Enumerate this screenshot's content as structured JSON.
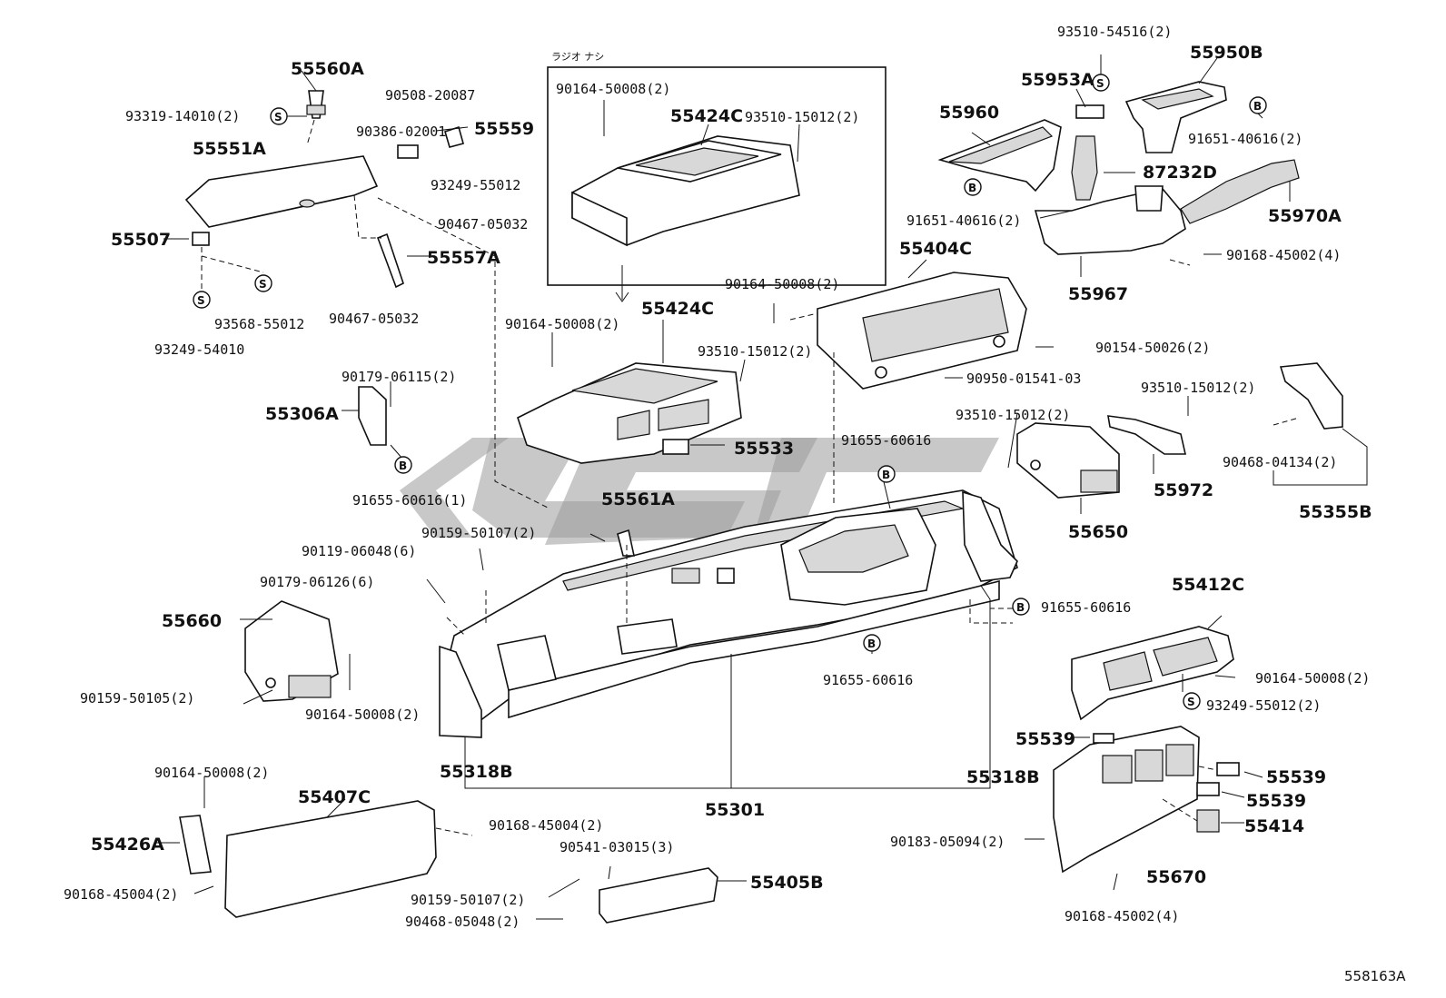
{
  "diagram_code": "558163A",
  "inset_caption": "ラジオ ナシ",
  "symbol_s": "S",
  "symbol_b": "B",
  "labels": {
    "p55560A": "55560A",
    "p93319": "93319-14010(2)",
    "p90508": "90508-20087",
    "p90386": "90386-02001",
    "p55559": "55559",
    "p55551A": "55551A",
    "p93249_55012_top": "93249-55012",
    "p90467_a": "90467-05032",
    "p55507": "55507",
    "p55557A": "55557A",
    "p93568": "93568-55012",
    "p90467_b": "90467-05032",
    "p93249_54010": "93249-54010",
    "p90164_inset": "90164-50008(2)",
    "p55424C_inset": "55424C",
    "p93510_inset": "93510-15012(2)",
    "p93510_54516": "93510-54516(2)",
    "p55950B": "55950B",
    "p55953A": "55953A",
    "p55960": "55960",
    "p91651_right": "91651-40616(2)",
    "p87232D": "87232D",
    "p91651_left": "91651-40616(2)",
    "p55970A": "55970A",
    "p90168_45002_top": "90168-45002(4)",
    "p55967": "55967",
    "p55404C": "55404C",
    "p90164_mid": "90164-50008(2)",
    "p90164_left": "90164-50008(2)",
    "p55424C": "55424C",
    "p93510_mid": "93510-15012(2)",
    "p90154": "90154-50026(2)",
    "p90950": "90950-01541-03",
    "p90179_115": "90179-06115(2)",
    "p55306A": "55306A",
    "p91655_1": "91655-60616(1)",
    "p55533": "55533",
    "p93510_right": "93510-15012(2)",
    "p93510_far": "93510-15012(2)",
    "p91655_60616_top": "91655-60616",
    "p90468_04134": "90468-04134(2)",
    "p55972": "55972",
    "p55355B": "55355B",
    "p55650": "55650",
    "p55561A": "55561A",
    "p90159_50107_top": "90159-50107(2)",
    "p90119": "90119-06048(6)",
    "p90179_126": "90179-06126(6)",
    "p55660": "55660",
    "p91655_60616_right": "91655-60616",
    "p55412C": "55412C",
    "p91655_60616_low": "91655-60616",
    "p90164_right": "90164-50008(2)",
    "p93249_55012_right": "93249-55012(2)",
    "p90159_50105": "90159-50105(2)",
    "p90164_lowleft": "90164-50008(2)",
    "p55539_a": "55539",
    "p55318B_left": "55318B",
    "p55318B_right": "55318B",
    "p55539_b": "55539",
    "p55539_c": "55539",
    "p55301": "55301",
    "p90164_bottom": "90164-50008(2)",
    "p55407C": "55407C",
    "p90168_45004_r": "90168-45004(2)",
    "p90541": "90541-03015(3)",
    "p55426A": "55426A",
    "p55414": "55414",
    "p90183": "90183-05094(2)",
    "p55670": "55670",
    "p55405B": "55405B",
    "p90159_50107_low": "90159-50107(2)",
    "p90168_45004_l": "90168-45004(2)",
    "p90468_05048": "90468-05048(2)",
    "p90168_45002_bottom": "90168-45002(4)"
  }
}
